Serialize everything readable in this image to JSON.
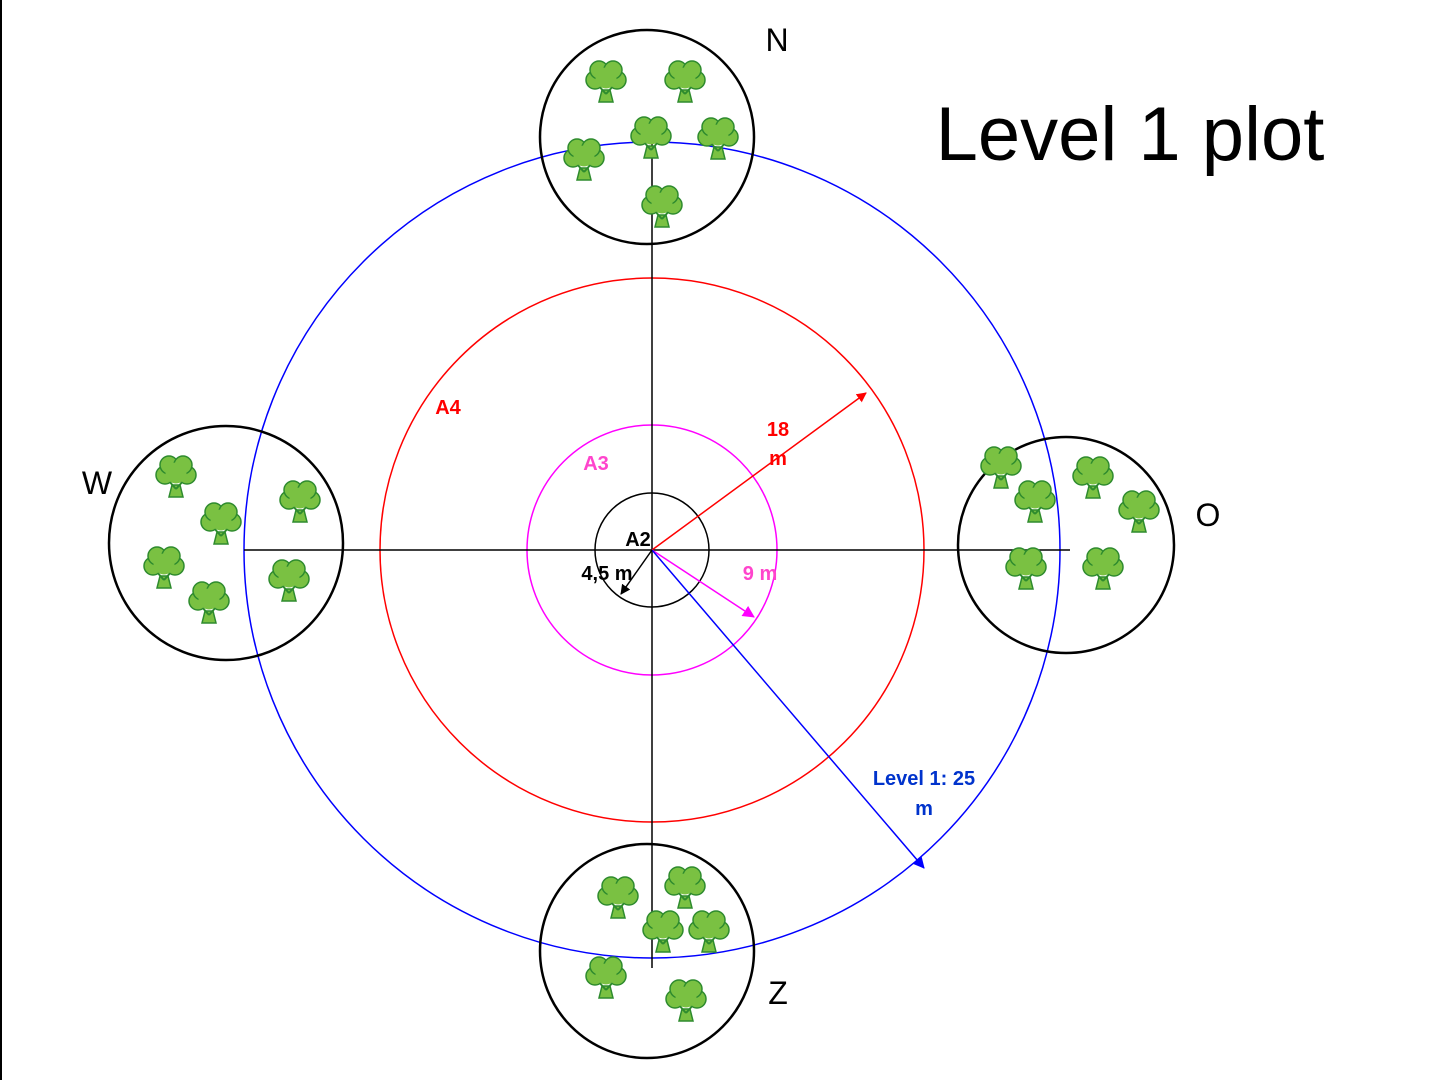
{
  "title": "Level 1 plot",
  "directions": {
    "north": "N",
    "east": "O",
    "south": "Z",
    "west": "W"
  },
  "zones": {
    "a2": {
      "label": "A2",
      "radius_text": "4,5 m",
      "color": "#000000"
    },
    "a3": {
      "label": "A3",
      "radius_text": "9 m",
      "color": "#ff00ff"
    },
    "a4": {
      "label": "A4",
      "radius_text_line1": "18",
      "radius_text_line2": "m",
      "color": "#ff0000"
    },
    "level1": {
      "radius_text_line1": "Level 1: 25",
      "radius_text_line2": "m",
      "color": "#0000ff",
      "label_color": "#0033cc"
    }
  },
  "colors": {
    "outline": "#000000",
    "tree_fill": "#7ac142",
    "tree_stroke": "#2e8b2e"
  }
}
